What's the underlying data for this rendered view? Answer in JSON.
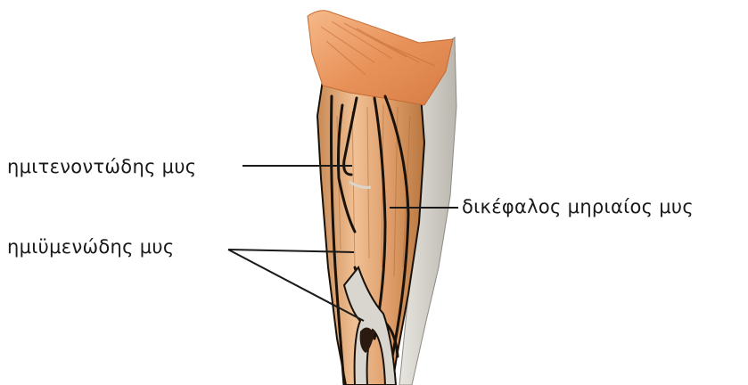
{
  "labels": {
    "semitendinosus": "ημιτενοντώδης μυς",
    "semimembranosus": "ημιϋμενώδης μυς",
    "biceps_femoris": "δικέφαλος μηριαίος μυς"
  },
  "colors": {
    "muscle_base": "#e0a06e",
    "muscle_light": "#f2c49a",
    "muscle_dark": "#b8743f",
    "gluteal": "#e9915a",
    "tendon": "#d9d6cf",
    "outline": "#1a1208",
    "leader_line": "#1a1a1a"
  }
}
